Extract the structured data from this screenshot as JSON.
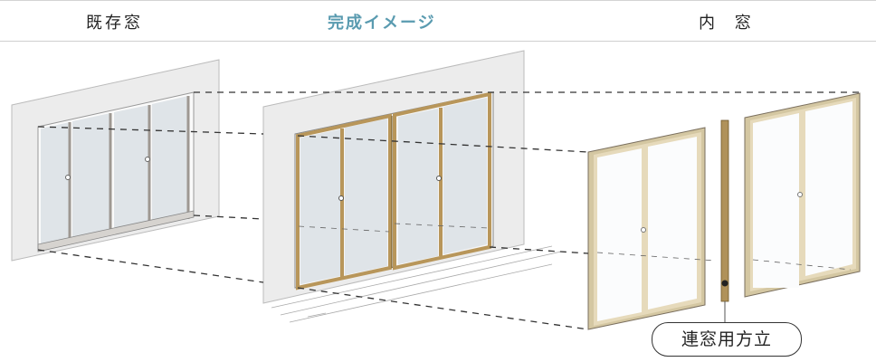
{
  "header": {
    "existing_window": "既存窓",
    "completed_image": "完成イメージ",
    "inner_window": "内 窓"
  },
  "callout": {
    "label": "連窓用方立"
  },
  "colors": {
    "accent_title": "#5a9bb0",
    "wall": "#ededed",
    "existing_frame": "#a29c95",
    "completed_frame": "#b8965a",
    "inner_frame": "#e2d5b2",
    "mullion": "#b0925a",
    "glass": "#dfe4e8",
    "guide_lines": "#333333"
  },
  "icons": {
    "existing_handle": "lock-knob-icon",
    "mullion_pin": "dot-marker-icon"
  }
}
